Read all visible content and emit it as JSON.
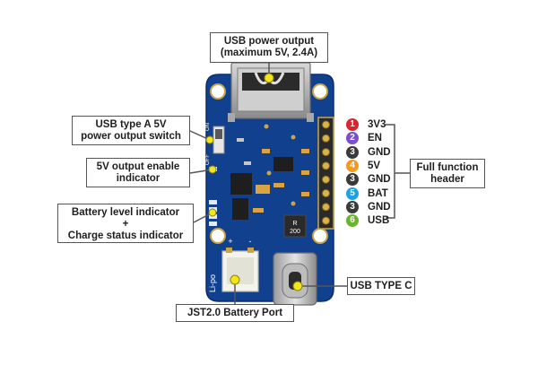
{
  "callouts": {
    "usb_power_output": [
      "USB power output",
      "(maximum 5V, 2.4A)"
    ],
    "usb_a_switch": [
      "USB type A 5V",
      "power output switch"
    ],
    "output_enable": [
      "5V output enable",
      "indicator"
    ],
    "battery_indicator": [
      "Battery level indicator",
      "+",
      "Charge status indicator"
    ],
    "full_function_header": [
      "Full function",
      "header"
    ],
    "usb_type_c": [
      "USB TYPE C"
    ],
    "jst_port": [
      "JST2.0 Battery Port"
    ]
  },
  "pins": [
    {
      "num": "1",
      "name": "3V3",
      "color": "#d7262e"
    },
    {
      "num": "2",
      "name": "EN",
      "color": "#7b4fc9"
    },
    {
      "num": "3",
      "name": "GND",
      "color": "#3a3a3a"
    },
    {
      "num": "4",
      "name": "5V",
      "color": "#f29a1f"
    },
    {
      "num": "3",
      "name": "GND",
      "color": "#3a3a3a"
    },
    {
      "num": "5",
      "name": "BAT",
      "color": "#1aa3e0"
    },
    {
      "num": "3",
      "name": "GND",
      "color": "#3a3a3a"
    },
    {
      "num": "6",
      "name": "USB",
      "color": "#6ab42d"
    }
  ],
  "board": {
    "switch_labels": [
      "5V",
      "ON",
      "OFF"
    ],
    "silkscreen": "Li-po",
    "jst_marks": [
      "+",
      "-"
    ],
    "inductor_marks": [
      "R",
      "200"
    ]
  },
  "colors": {
    "board": "#10408e",
    "marker": "#f2e51b",
    "leader": "#555555"
  }
}
